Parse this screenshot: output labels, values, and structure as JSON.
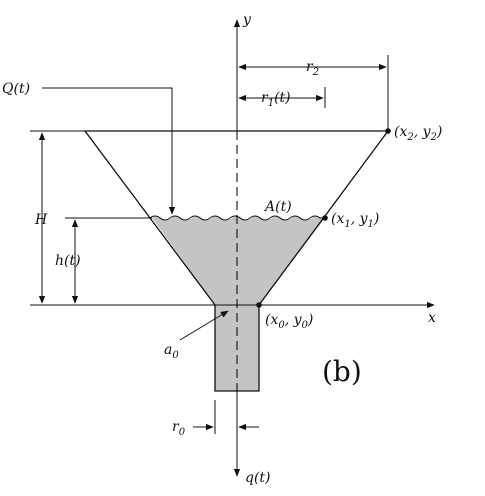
{
  "labels": {
    "y_axis": "y",
    "x_axis": "x",
    "inflow": "Q(t)",
    "r2": "r",
    "r2_sub": "2",
    "r1": "r",
    "r1_sub": "1",
    "r1_tail": "(t)",
    "top_point": "(x",
    "top_point_sub1": "2",
    "top_point_mid": ", y",
    "top_point_sub2": "2",
    "top_point_end": ")",
    "area": "A(t)",
    "surface_point": "(x",
    "surface_point_sub1": "1",
    "surface_point_mid": ", y",
    "surface_point_sub2": "1",
    "surface_point_end": ")",
    "height_total": "H",
    "height_liquid": "h(t)",
    "base_point": "(x",
    "base_point_sub1": "0",
    "base_point_mid": ", y",
    "base_point_sub2": "0",
    "base_point_end": ")",
    "outlet_area": "a",
    "outlet_area_sub": "0",
    "outlet_radius": "r",
    "outlet_radius_sub": "0",
    "panel": "(b)",
    "outflow": "q(t)"
  },
  "colors": {
    "liquid_fill": "#c4c4c4",
    "line": "#111111"
  }
}
